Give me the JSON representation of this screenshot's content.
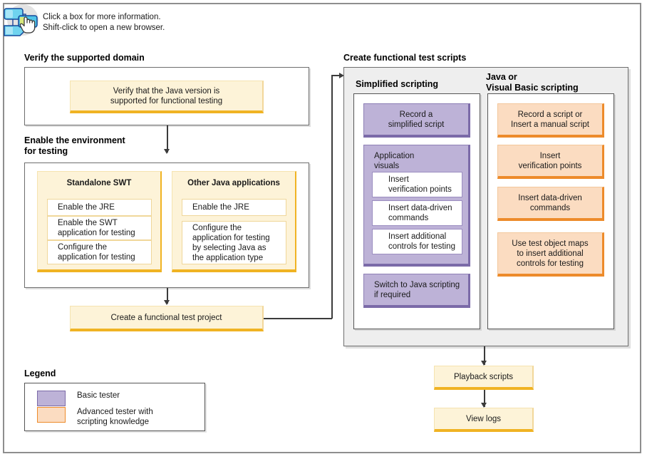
{
  "help": {
    "icon": "flowchart-click-icon",
    "line1": "Click a box for more information.",
    "line2": "Shift-click to open a new browser."
  },
  "sections": {
    "verify": {
      "title": "Verify the supported domain",
      "box": "Verify that the Java version is\nsupported for functional testing"
    },
    "enable": {
      "title": "Enable the environment\nfor testing",
      "groups": [
        {
          "title": "Standalone SWT",
          "items": [
            "Enable the JRE",
            "Enable the SWT\napplication for testing",
            "Configure the\napplication for testing"
          ]
        },
        {
          "title": "Other Java applications",
          "items": [
            "Enable the JRE",
            "Configure the\napplication for testing\nby selecting Java as\nthe application type"
          ]
        }
      ]
    },
    "project": {
      "box": "Create a functional test project"
    },
    "scripts": {
      "title": "Create functional test scripts",
      "columns": [
        {
          "title": "Simplified scripting",
          "boxes": [
            {
              "kind": "purple",
              "label": "Record a\nsimplified script"
            },
            {
              "kind": "purple-group",
              "label": "Application\nvisuals",
              "items": [
                "Insert\nverification points",
                "Insert data-driven\ncommands",
                "Insert additional\ncontrols for testing"
              ]
            },
            {
              "kind": "purple",
              "label": "Switch to Java scripting\nif required"
            }
          ]
        },
        {
          "title": "Java or\nVisual Basic scripting",
          "boxes": [
            {
              "kind": "orange",
              "label": "Record a script or\nInsert a manual script"
            },
            {
              "kind": "orange",
              "label": "Insert\nverification points"
            },
            {
              "kind": "orange",
              "label": "Insert data-driven\ncommands"
            },
            {
              "kind": "orange",
              "label": "Use test object maps\nto insert additional\ncontrols for testing"
            }
          ]
        }
      ]
    },
    "playback": {
      "box": "Playback scripts"
    },
    "viewlogs": {
      "box": "View logs"
    }
  },
  "legend": {
    "title": "Legend",
    "items": [
      {
        "swatch": "purple",
        "label": "Basic tester"
      },
      {
        "swatch": "orange",
        "label": "Advanced tester with\nscripting knowledge"
      }
    ]
  },
  "colors": {
    "yellow_fill": "#fdf3d8",
    "yellow_accent": "#f0b323",
    "purple_fill": "#bdb2d7",
    "purple_accent": "#7b6aa8",
    "orange_fill": "#fbdcc1",
    "orange_accent": "#ed8b2b",
    "panel_gray": "#eeeeee",
    "frame": "#8e8e8e"
  }
}
